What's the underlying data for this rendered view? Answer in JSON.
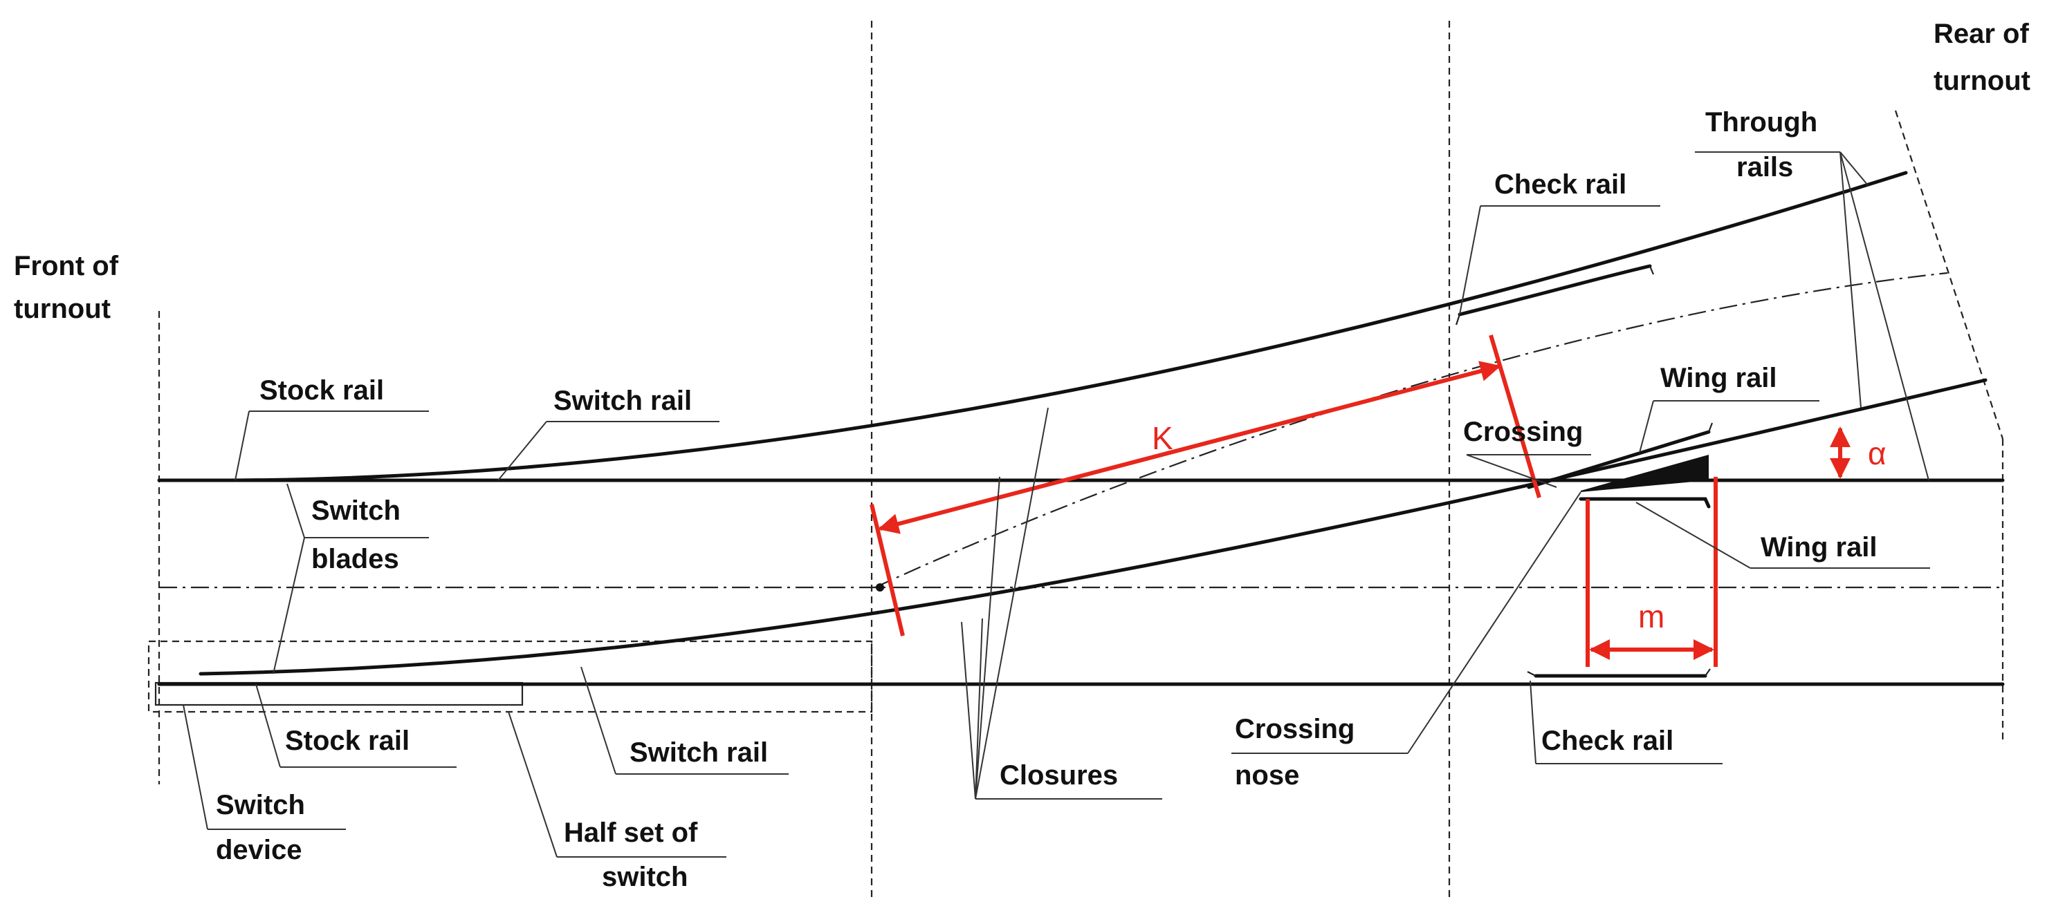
{
  "labels": {
    "front_of_turnout_l1": "Front of",
    "front_of_turnout_l2": "turnout",
    "rear_of_turnout_l1": "Rear of",
    "rear_of_turnout_l2": "turnout",
    "stock_rail_top": "Stock rail",
    "switch_rail_top": "Switch rail",
    "switch_blades_l1": "Switch",
    "switch_blades_l2": "blades",
    "stock_rail_bottom": "Stock rail",
    "switch_rail_bottom": "Switch rail",
    "switch_device_l1": "Switch",
    "switch_device_l2": "device",
    "half_set_l1": "Half set of",
    "half_set_l2": "switch",
    "closures": "Closures",
    "check_rail_top": "Check rail",
    "through_rails_l1": "Through",
    "through_rails_l2": "rails",
    "wing_rail_top": "Wing rail",
    "crossing": "Crossing",
    "wing_rail_right": "Wing rail",
    "crossing_nose_l1": "Crossing",
    "crossing_nose_l2": "nose",
    "check_rail_bottom": "Check rail"
  },
  "dimensions": {
    "k": "K",
    "m": "m",
    "alpha": "α"
  },
  "colors": {
    "line": "#111111",
    "dimension": "#e8261b",
    "background": "#ffffff"
  }
}
